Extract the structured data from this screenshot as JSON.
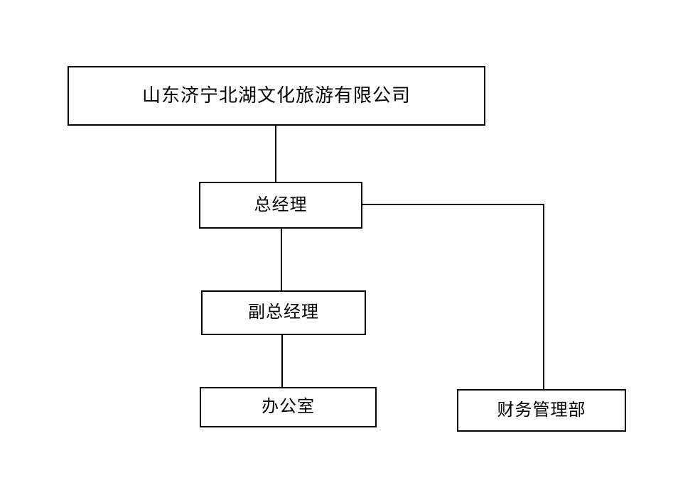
{
  "diagram": {
    "title": "organization-chart",
    "colors": {
      "border": "#000000",
      "background": "#ffffff",
      "text": "#000000",
      "connector": "#000000"
    },
    "nodes": {
      "company": {
        "label": "山东济宁北湖文化旅游有限公司"
      },
      "general_manager": {
        "label": "总经理"
      },
      "deputy_general_manager": {
        "label": "副总经理"
      },
      "office": {
        "label": "办公室"
      },
      "finance_department": {
        "label": "财务管理部"
      }
    },
    "edges": [
      {
        "from": "company",
        "to": "general_manager"
      },
      {
        "from": "general_manager",
        "to": "deputy_general_manager"
      },
      {
        "from": "general_manager",
        "to": "finance_department"
      },
      {
        "from": "deputy_general_manager",
        "to": "office"
      }
    ]
  }
}
